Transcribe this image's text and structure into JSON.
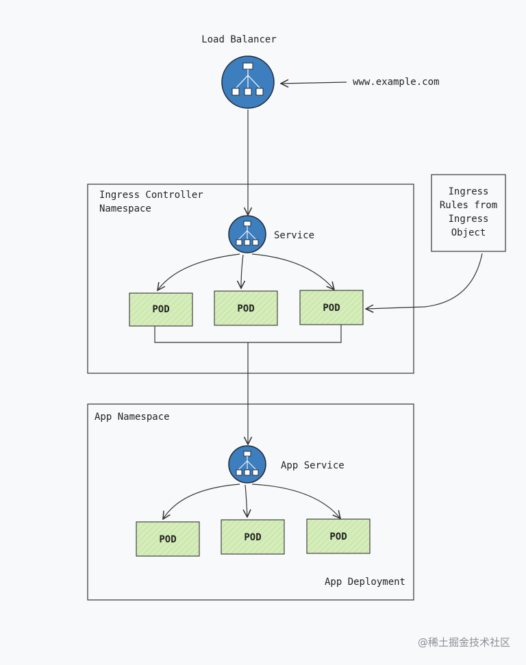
{
  "load_balancer": {
    "label": "Load Balancer",
    "url": "www.example.com"
  },
  "ingress_namespace": {
    "title_line1": "Ingress Controller",
    "title_line2": "Namespace",
    "service_label": "Service",
    "pods": [
      "POD",
      "POD",
      "POD"
    ]
  },
  "rules_note": {
    "lines": [
      "Ingress",
      "Rules from",
      "Ingress",
      "Object"
    ]
  },
  "app_namespace": {
    "title": "App Namespace",
    "service_label": "App Service",
    "pods": [
      "POD",
      "POD",
      "POD"
    ],
    "deployment_label": "App Deployment"
  },
  "watermark": "@稀土掘金技术社区",
  "colors": {
    "circle_fill": "#3d7ebf",
    "pod_fill": "#d5ecbb",
    "note_fill": "#e4e4e4",
    "background": "#f8f9fa"
  }
}
